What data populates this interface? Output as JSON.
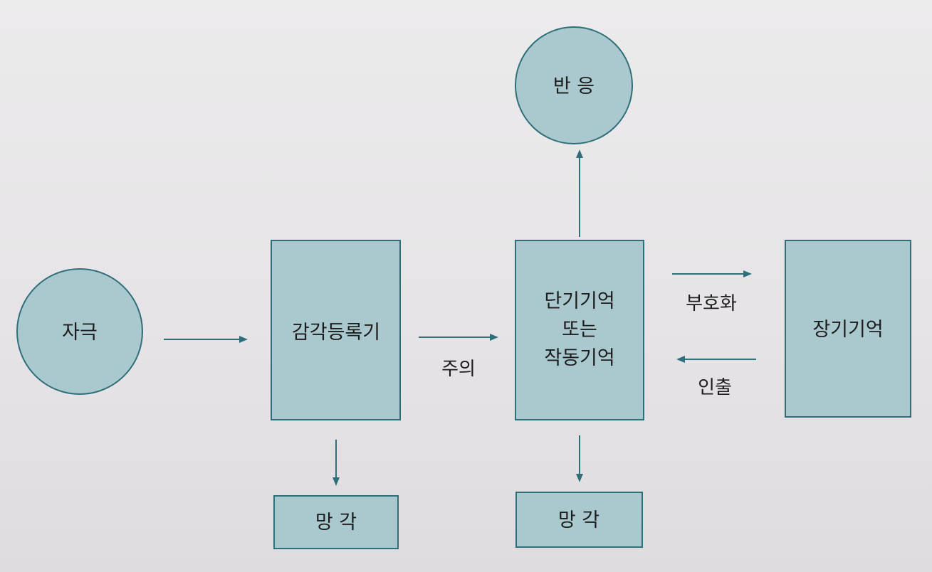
{
  "diagram": {
    "nodes": {
      "stimulus": {
        "label": "자극"
      },
      "sensory_register": {
        "label": "감각등록기"
      },
      "short_term_memory": {
        "lines": [
          "단기기억",
          "또는",
          "작동기억"
        ]
      },
      "response": {
        "label": "반 응"
      },
      "long_term_memory": {
        "label": "장기기억"
      },
      "forgetting_sensory": {
        "label": "망 각"
      },
      "forgetting_short_term": {
        "label": "망 각"
      }
    },
    "edges": {
      "attention": {
        "label": "주의"
      },
      "encoding": {
        "label": "부호화"
      },
      "retrieval": {
        "label": "인출"
      }
    },
    "colors": {
      "node_fill": "#a9c9cf",
      "stroke": "#2f6f7a",
      "background": "#e8e6e8"
    }
  }
}
